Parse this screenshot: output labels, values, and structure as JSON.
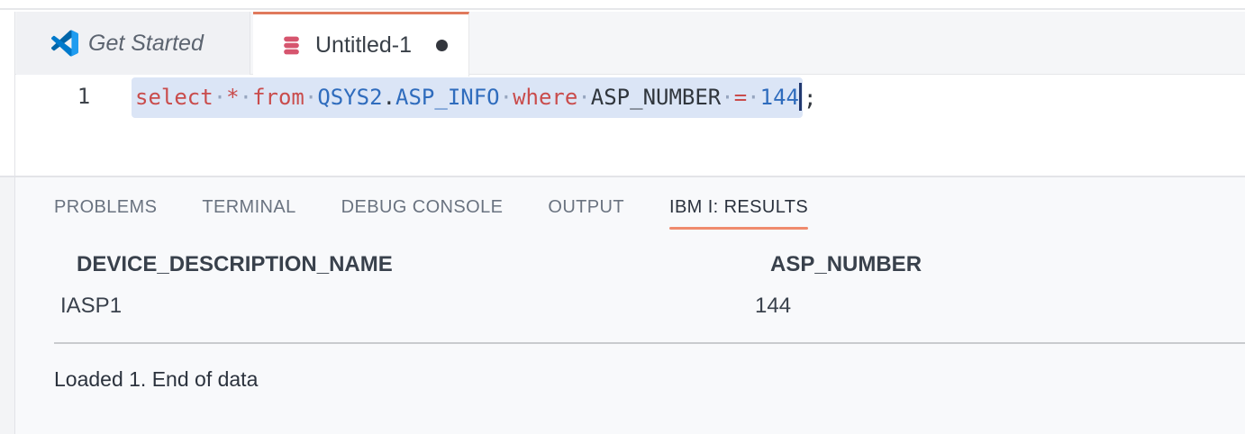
{
  "colors": {
    "accent_tab_border": "#e0795c",
    "accent_panel_underline": "#ef8a6d",
    "selection_bg": "#dbe5f6",
    "keyword_color": "#c94c4c",
    "identifier_color": "#2f6cbd",
    "code_text_color": "#30363d",
    "db_icon_color": "#d6556e",
    "vscode_logo_blues": [
      "#0065A9",
      "#007ACC",
      "#1F9CF0"
    ]
  },
  "editor_tabs": {
    "get_started": {
      "label": "Get Started",
      "icon": "vscode-logo-icon",
      "state": "inactive"
    },
    "untitled": {
      "label": "Untitled-1",
      "icon": "database-icon",
      "state": "active",
      "modified": true
    }
  },
  "editor": {
    "line_number": "1",
    "code_tokens": [
      {
        "t": "select",
        "c": "kw"
      },
      {
        "t": "·",
        "c": "ws"
      },
      {
        "t": "*",
        "c": "kw"
      },
      {
        "t": "·",
        "c": "ws"
      },
      {
        "t": "from",
        "c": "kw"
      },
      {
        "t": "·",
        "c": "ws"
      },
      {
        "t": "QSYS2",
        "c": "id"
      },
      {
        "t": ".",
        "c": "pl"
      },
      {
        "t": "ASP_INFO",
        "c": "id"
      },
      {
        "t": "·",
        "c": "ws"
      },
      {
        "t": "where",
        "c": "kw"
      },
      {
        "t": "·",
        "c": "ws"
      },
      {
        "t": "ASP_NUMBER",
        "c": "pl"
      },
      {
        "t": "·",
        "c": "ws"
      },
      {
        "t": "=",
        "c": "kw"
      },
      {
        "t": "·",
        "c": "ws"
      },
      {
        "t": "144",
        "c": "id"
      }
    ],
    "after_selection": ";",
    "full_text": "select * from QSYS2.ASP_INFO where ASP_NUMBER = 144;"
  },
  "panel": {
    "tabs": [
      {
        "label": "PROBLEMS",
        "active": false
      },
      {
        "label": "TERMINAL",
        "active": false
      },
      {
        "label": "DEBUG CONSOLE",
        "active": false
      },
      {
        "label": "OUTPUT",
        "active": false
      },
      {
        "label": "IBM I: RESULTS",
        "active": true
      }
    ],
    "results": {
      "columns": [
        "DEVICE_DESCRIPTION_NAME",
        "ASP_NUMBER"
      ],
      "rows": [
        [
          "IASP1",
          "144"
        ]
      ],
      "status": "Loaded 1. End of data"
    }
  }
}
